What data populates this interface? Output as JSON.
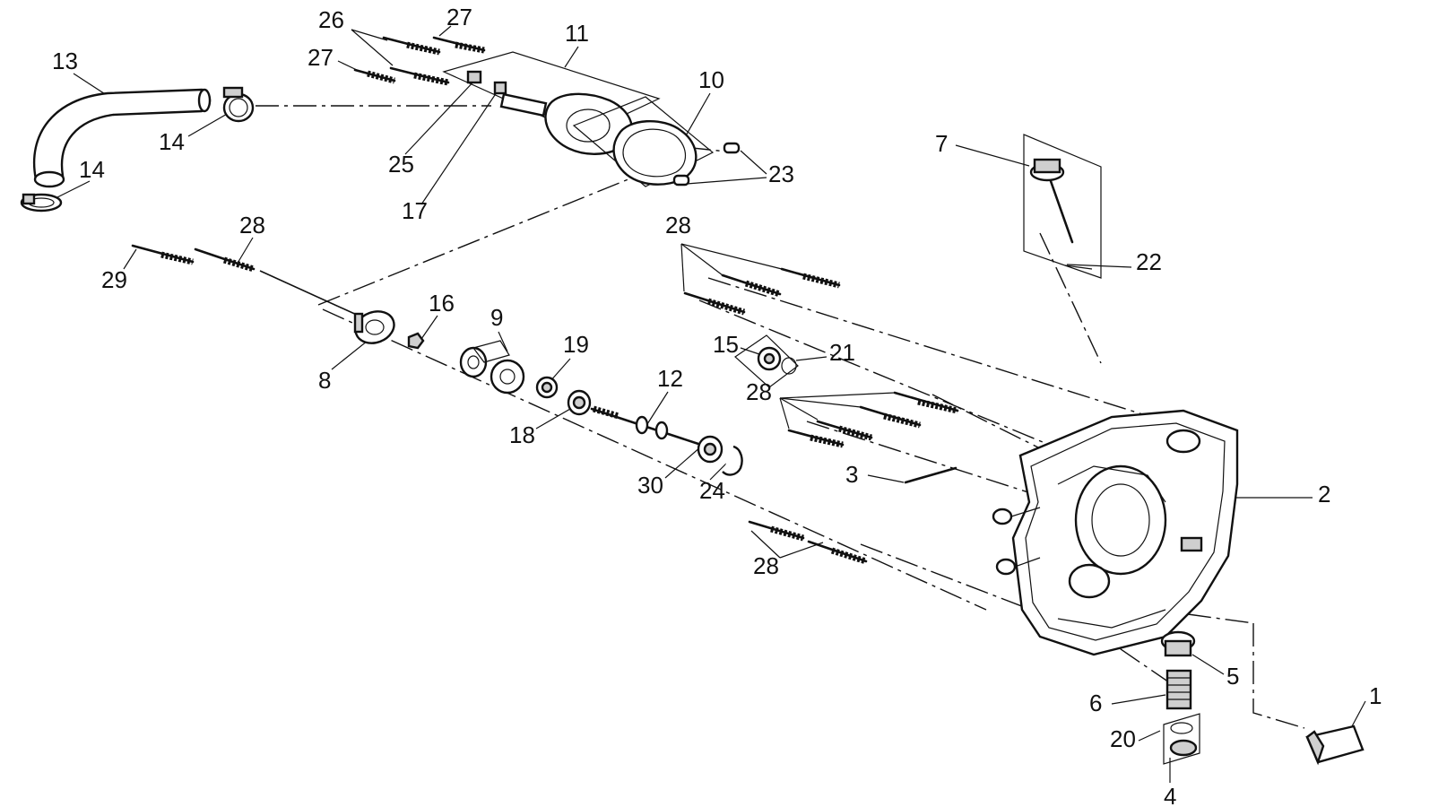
{
  "callouts": [
    {
      "id": "c1",
      "text": "1"
    },
    {
      "id": "c2",
      "text": "2"
    },
    {
      "id": "c3",
      "text": "3"
    },
    {
      "id": "c4",
      "text": "4"
    },
    {
      "id": "c5",
      "text": "5"
    },
    {
      "id": "c6",
      "text": "6"
    },
    {
      "id": "c7",
      "text": "7"
    },
    {
      "id": "c8",
      "text": "8"
    },
    {
      "id": "c9",
      "text": "9"
    },
    {
      "id": "c10",
      "text": "10"
    },
    {
      "id": "c11",
      "text": "11"
    },
    {
      "id": "c12",
      "text": "12"
    },
    {
      "id": "c13",
      "text": "13"
    },
    {
      "id": "c14a",
      "text": "14"
    },
    {
      "id": "c14b",
      "text": "14"
    },
    {
      "id": "c15",
      "text": "15"
    },
    {
      "id": "c16",
      "text": "16"
    },
    {
      "id": "c17",
      "text": "17"
    },
    {
      "id": "c18",
      "text": "18"
    },
    {
      "id": "c19",
      "text": "19"
    },
    {
      "id": "c20",
      "text": "20"
    },
    {
      "id": "c21",
      "text": "21"
    },
    {
      "id": "c22",
      "text": "22"
    },
    {
      "id": "c23",
      "text": "23"
    },
    {
      "id": "c24",
      "text": "24"
    },
    {
      "id": "c25",
      "text": "25"
    },
    {
      "id": "c26",
      "text": "26"
    },
    {
      "id": "c27a",
      "text": "27"
    },
    {
      "id": "c27b",
      "text": "27"
    },
    {
      "id": "c28a",
      "text": "28"
    },
    {
      "id": "c28b",
      "text": "28"
    },
    {
      "id": "c28c",
      "text": "28"
    },
    {
      "id": "c28d",
      "text": "28"
    },
    {
      "id": "c29",
      "text": "29"
    },
    {
      "id": "c30",
      "text": "30"
    }
  ]
}
